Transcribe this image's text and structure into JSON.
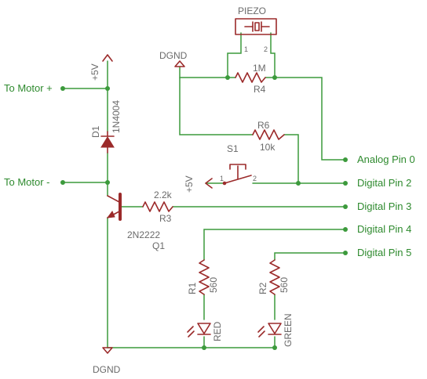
{
  "nets": {
    "to_motor_plus": "To Motor +",
    "to_motor_minus": "To Motor -",
    "analog_pin_0": "Analog Pin 0",
    "digital_pin_2": "Digital Pin 2",
    "digital_pin_3": "Digital Pin 3",
    "digital_pin_4": "Digital Pin 4",
    "digital_pin_5": "Digital Pin 5"
  },
  "supplies": {
    "vcc_top": "+5V",
    "vcc_switch": "+5V",
    "gnd_top": "DGND",
    "gnd_bottom": "DGND"
  },
  "parts": {
    "piezo": {
      "name": "PIEZO",
      "pin1": "1",
      "pin2": "2"
    },
    "r4": {
      "value": "1M",
      "name": "R4"
    },
    "r6": {
      "value": "10k",
      "name": "R6"
    },
    "s1": {
      "name": "S1",
      "pin1": "1",
      "pin2": "2"
    },
    "d1": {
      "name": "D1",
      "value": "1N4004"
    },
    "r3": {
      "value": "2.2k",
      "name": "R3"
    },
    "q1": {
      "value": "2N2222",
      "name": "Q1"
    },
    "r1": {
      "name": "R1",
      "value": "560"
    },
    "r2": {
      "name": "R2",
      "value": "560"
    },
    "led_red": {
      "value": "RED"
    },
    "led_green": {
      "value": "GREEN"
    }
  }
}
